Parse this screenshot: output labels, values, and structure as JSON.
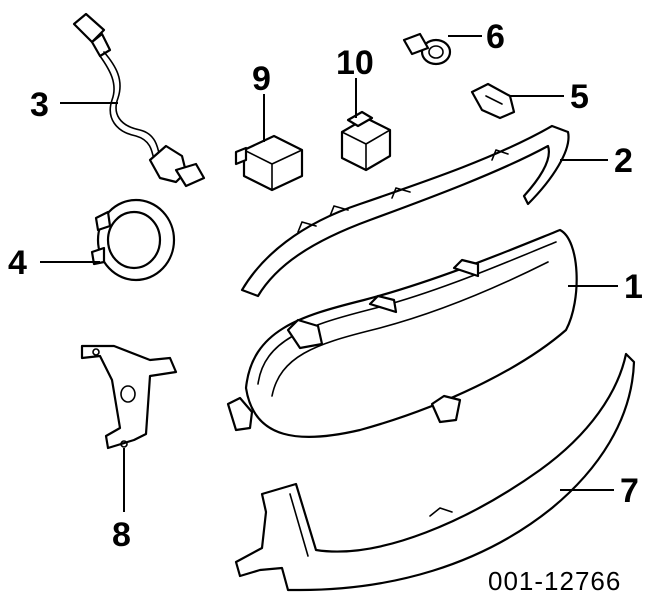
{
  "reference_number": "001-12766",
  "callouts": [
    {
      "id": "1",
      "label": "1"
    },
    {
      "id": "2",
      "label": "2"
    },
    {
      "id": "3",
      "label": "3"
    },
    {
      "id": "4",
      "label": "4"
    },
    {
      "id": "5",
      "label": "5"
    },
    {
      "id": "6",
      "label": "6"
    },
    {
      "id": "7",
      "label": "7"
    },
    {
      "id": "8",
      "label": "8"
    },
    {
      "id": "9",
      "label": "9"
    },
    {
      "id": "10",
      "label": "10"
    }
  ]
}
